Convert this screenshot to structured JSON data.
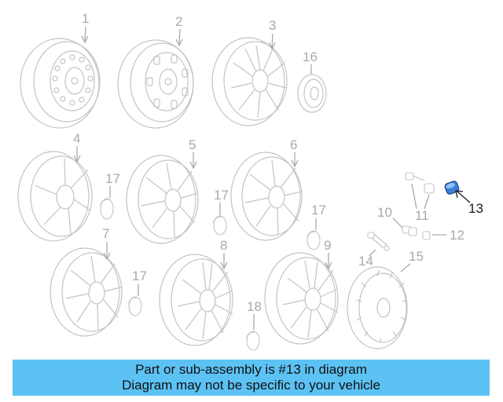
{
  "callouts": [
    "1",
    "2",
    "3",
    "4",
    "5",
    "6",
    "7",
    "8",
    "9",
    "10",
    "11",
    "12",
    "13",
    "14",
    "15",
    "16",
    "17",
    "17",
    "17",
    "17",
    "18"
  ],
  "highlighted_part": "13",
  "colors": {
    "banner": "#5cc2f4",
    "highlight_part": "#3b7fd6",
    "line_art": "#c4c4c4",
    "callout_text": "#a9a9a9"
  },
  "caption": {
    "line1": "Part or sub-assembly is #13 in diagram",
    "line2": "Diagram may not be specific to your vehicle"
  }
}
